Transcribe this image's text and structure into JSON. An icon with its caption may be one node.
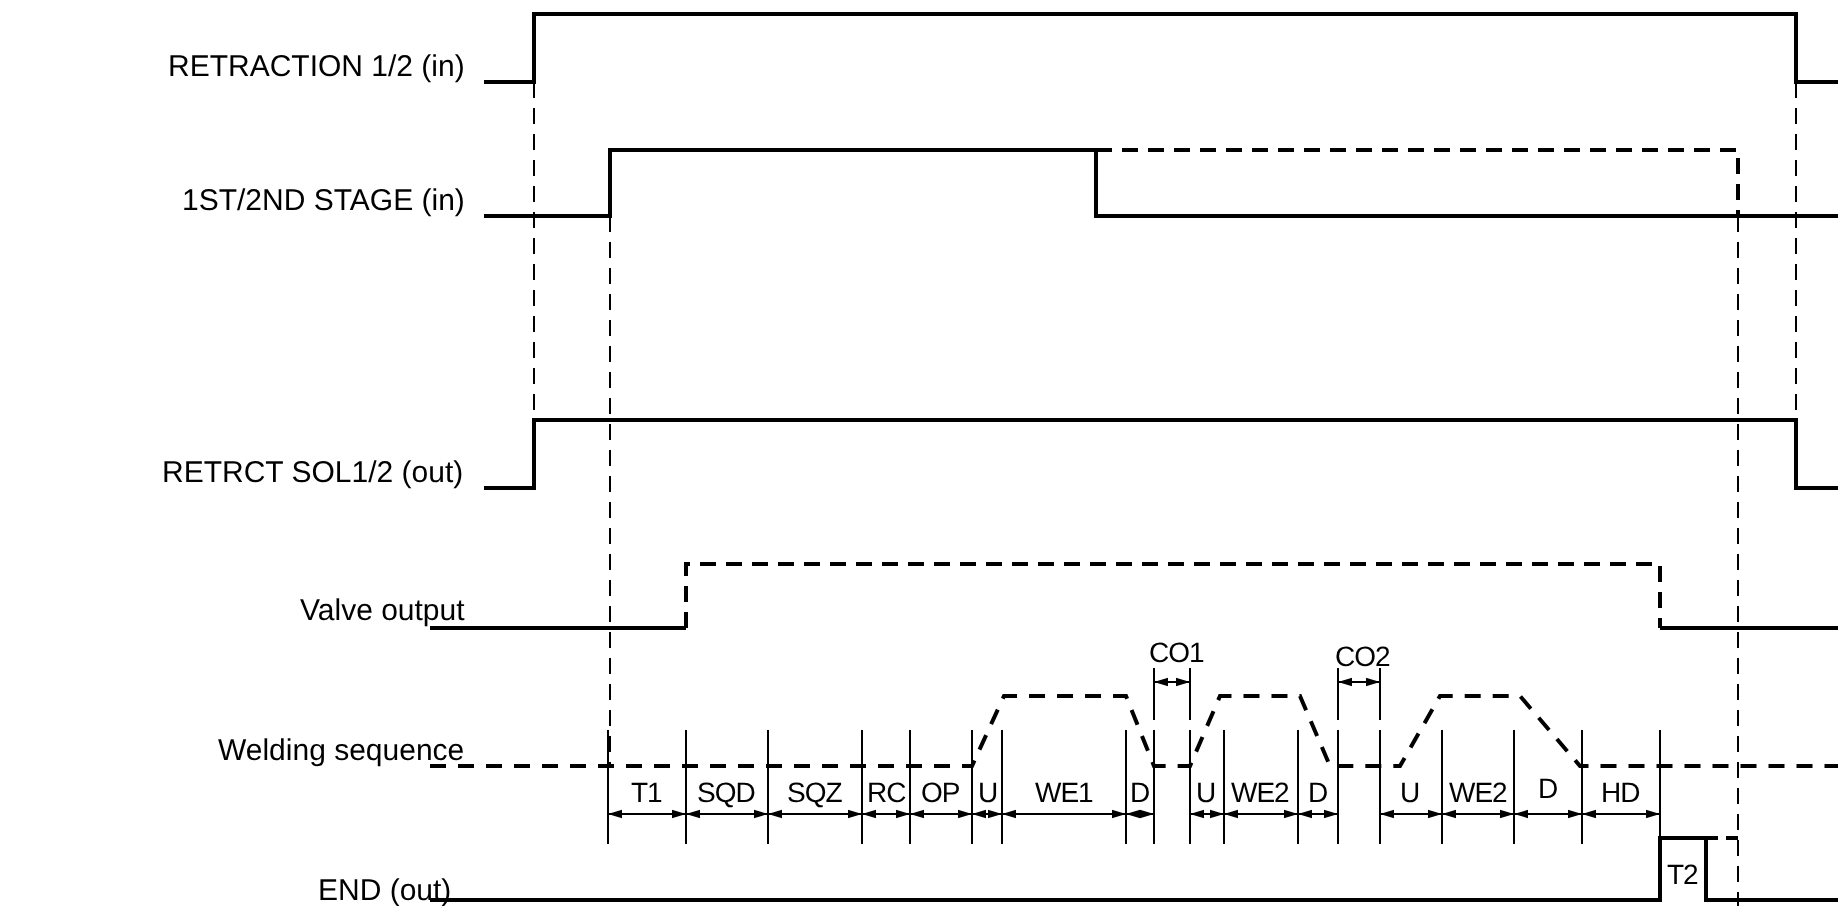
{
  "diagram": {
    "labels": [
      "RETRACTION 1/2 (in)",
      "1ST/2ND STAGE (in)",
      "RETRCT SOL1/2 (out)",
      "Valve output",
      "CO1",
      "CO2",
      "Welding sequence",
      "T1",
      "SQD",
      "SQZ",
      "RC",
      "OP",
      "U",
      "WE1",
      "D",
      "U",
      "WE2",
      "D",
      "U",
      "WE2",
      "D",
      "HD",
      "T2",
      "END (out)"
    ]
  }
}
